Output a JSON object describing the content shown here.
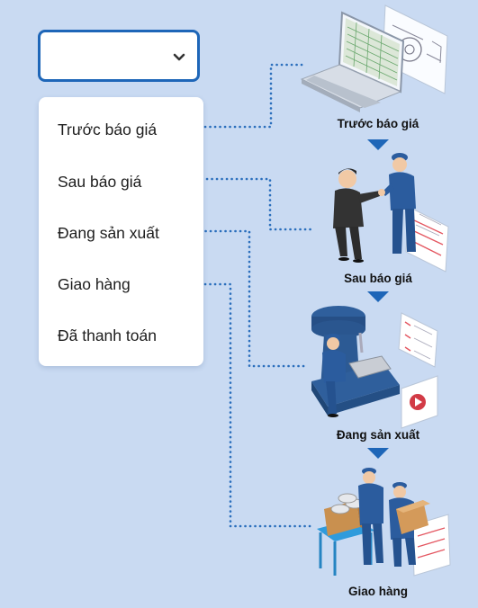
{
  "dropdown": {
    "selected": "",
    "options": [
      {
        "label": "Trước báo giá"
      },
      {
        "label": "Sau báo giá"
      },
      {
        "label": "Đang sản xuất"
      },
      {
        "label": "Giao hàng"
      },
      {
        "label": "Đã thanh toán"
      }
    ]
  },
  "stages": [
    {
      "label": "Trước báo giá",
      "illustration": "laptop-with-drawing"
    },
    {
      "label": "Sau báo giá",
      "illustration": "handshake-with-document"
    },
    {
      "label": "Đang sản xuất",
      "illustration": "worker-at-machine"
    },
    {
      "label": "Giao hàng",
      "illustration": "workers-with-boxes"
    }
  ],
  "colors": {
    "background": "#c9daf2",
    "accent": "#1e66b8",
    "connector": "#2a6ebc",
    "worker": "#2b5c9e"
  }
}
